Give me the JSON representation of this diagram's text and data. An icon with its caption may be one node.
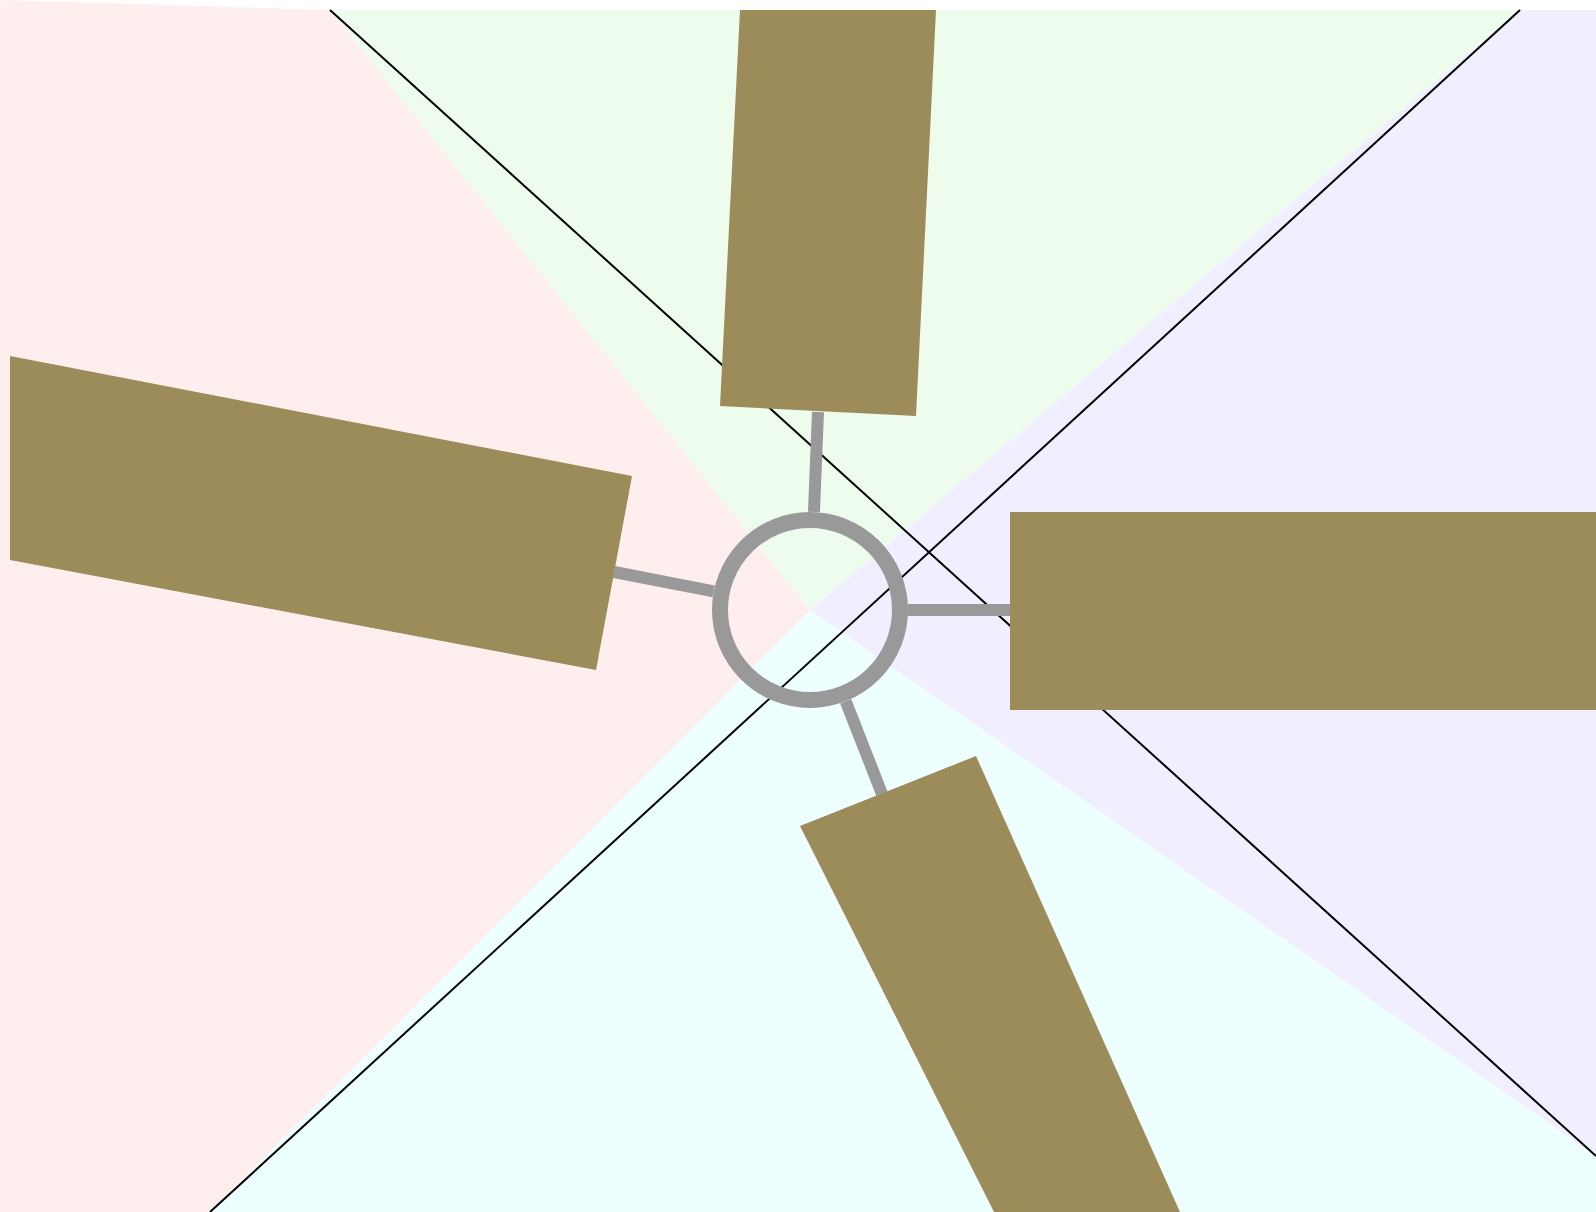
{
  "diagram": {
    "nodes": [
      {
        "text": [],
        "shape": "circle"
      },
      {
        "text": [],
        "shape": "bar"
      },
      {
        "text": [],
        "shape": "bar"
      },
      {
        "text": [],
        "shape": "bar"
      },
      {
        "text": [],
        "shape": "bar"
      }
    ],
    "edges": [
      {
        "from": 0,
        "to": 1,
        "arrow": "none"
      },
      {
        "from": 0,
        "to": 2,
        "arrow": "none"
      },
      {
        "from": 0,
        "to": 3,
        "arrow": "none"
      },
      {
        "from": 0,
        "to": 4,
        "arrow": "none"
      }
    ]
  }
}
